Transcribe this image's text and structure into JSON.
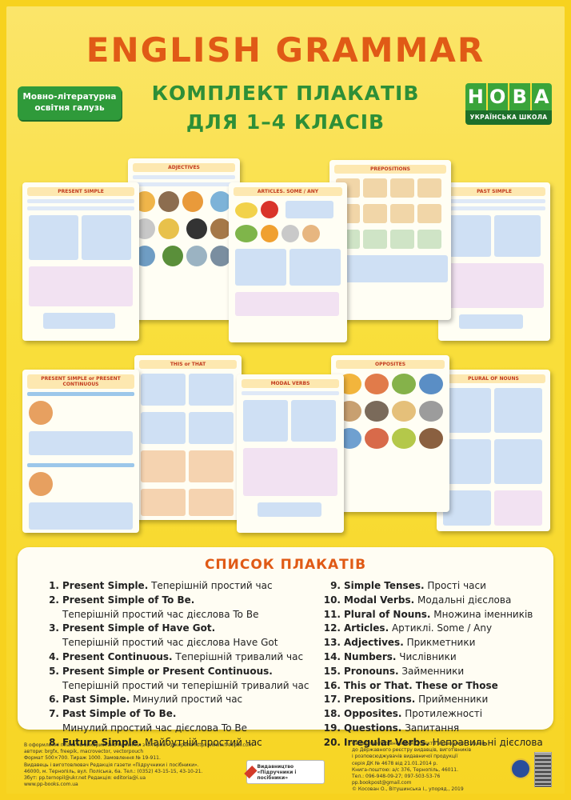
{
  "header": {
    "title": "ENGLISH GRAMMAR",
    "subtitle_line1": "КОМПЛЕКТ ПЛАКАТІВ",
    "subtitle_line2": "ДЛЯ 1–4 КЛАСІВ",
    "subject_line1": "Мовно-літературна",
    "subject_line2": "освітня галузь",
    "logo_letters": [
      "Н",
      "О",
      "В",
      "А"
    ],
    "logo_band": "УКРАЇНСЬКА ШКОЛА"
  },
  "thumbnails": [
    "PRESENT SIMPLE",
    "ADJECTIVES",
    "ARTICLES. SOME / ANY",
    "PREPOSITIONS",
    "PAST SIMPLE",
    "PRESENT SIMPLE or PRESENT CONTINUOUS",
    "THIS or THAT",
    "MODAL VERBS",
    "OPPOSITES",
    "PLURAL OF NOUNS"
  ],
  "list": {
    "title": "СПИСОК ПЛАКАТІВ",
    "left": [
      {
        "num": "1.",
        "key": "Present Simple.",
        "text": " Теперішній простий час"
      },
      {
        "num": "2.",
        "key": "Present Simple of To Be.",
        "text": ""
      },
      {
        "cont": "Теперішній простий час дієслова To Be"
      },
      {
        "num": "3.",
        "key": "Present Simple of Have Got.",
        "text": ""
      },
      {
        "cont": "Теперішній простий час дієслова Have Got"
      },
      {
        "num": "4.",
        "key": "Present Continuous.",
        "text": " Теперішній тривалий час"
      },
      {
        "num": "5.",
        "key": "Present Simple or Present Continuous.",
        "text": ""
      },
      {
        "cont": "Теперішній простий чи теперішній тривалий час"
      },
      {
        "num": "6.",
        "key": "Past Simple.",
        "text": " Минулий простий час"
      },
      {
        "num": "7.",
        "key": "Past Simple of To Be.",
        "text": ""
      },
      {
        "cont": "Минулий простий час дієслова To Be"
      },
      {
        "num": "8.",
        "key": "Future Simple.",
        "text": " Майбутній простий час"
      }
    ],
    "right": [
      {
        "num": "9.",
        "key": "Simple Tenses.",
        "text": " Прості часи"
      },
      {
        "num": "10.",
        "key": "Modal Verbs.",
        "text": " Модальні дієслова"
      },
      {
        "num": "11.",
        "key": "Plural of Nouns.",
        "text": " Множина іменників"
      },
      {
        "num": "12.",
        "key": "Articles.",
        "text": " Артиклі. Some / Any"
      },
      {
        "num": "13.",
        "key": "Adjectives.",
        "text": " Прикметники"
      },
      {
        "num": "14.",
        "key": "Numbers.",
        "text": " Числівники"
      },
      {
        "num": "15.",
        "key": "Pronouns.",
        "text": " Займенники"
      },
      {
        "num": "16.",
        "key": "This or That. These or Those",
        "text": ""
      },
      {
        "num": "17.",
        "key": "Prepositions.",
        "text": " Прийменники"
      },
      {
        "num": "18.",
        "key": "Opposites.",
        "text": " Протилежності"
      },
      {
        "num": "19.",
        "key": "Questions.",
        "text": " Запитання"
      },
      {
        "num": "20.",
        "key": "Irregular Verbs.",
        "text": " Неправильні дієслова"
      }
    ]
  },
  "footer": {
    "left": [
      "В оформленні плакатів використано малюнки з інтернет-джерела https://www.freepik.com",
      "автори: brgfx, freepik, macrovector, vectorpouch",
      "Формат 500×700. Тираж 1000. Замовлення № 19-911.",
      "Видавець і виготовлювач Редакція газети «Підручники і посібники».",
      "46000, м. Тернопіль, вул. Поліська, 6а. Тел.: (0352) 43-15-15, 43-10-21.",
      "Збут: pp.ternopil@ukr.net    Редакція: editoria@i.ua",
      "www.pp-books.com.ua"
    ],
    "right": [
      "Свідоцтво про внесення суб'єкта видавничої справи",
      "до Державного реєстру видавців, виготівників",
      "і розповсюджувачів видавничої продукції",
      "серія ДК № 4678 від 21.01.2014 р.",
      "Книга-поштою: а/с 376, Тернопіль, 46011.",
      "Тел.: 096-948-09-27; 097-503-53-76",
      "pp.bookpost@gmail.com",
      "© Косован О., Вітушинська І., упоряд., 2019"
    ],
    "publisher": "Видавництво «Підручники і посібники»"
  }
}
